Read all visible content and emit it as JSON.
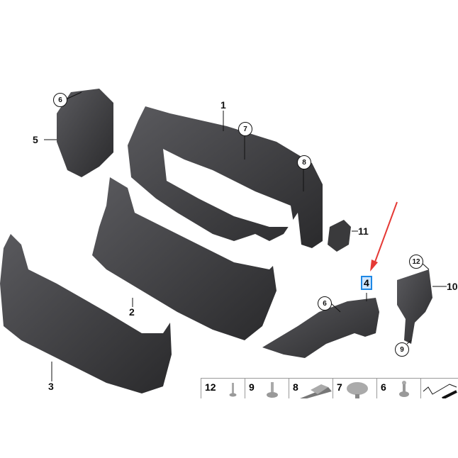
{
  "diagram": {
    "callouts": {
      "p1": "1",
      "p2": "2",
      "p3": "3",
      "p4": "4",
      "p5": "5",
      "p6a": "6",
      "p6b": "6",
      "p7": "7",
      "p8": "8",
      "p9": "9",
      "p10": "10",
      "p11": "11",
      "p12": "12"
    },
    "highlighted_part": "4",
    "highlight_color": "#1e88e5",
    "arrow_color": "#e53935",
    "part_color": "#3a3a3c"
  },
  "legend": {
    "items": [
      {
        "number": "12",
        "icon": "pin-icon"
      },
      {
        "number": "9",
        "icon": "screw-icon"
      },
      {
        "number": "8",
        "icon": "clip-icon"
      },
      {
        "number": "7",
        "icon": "expanding-rivet-icon"
      },
      {
        "number": "6",
        "icon": "bolt-icon"
      },
      {
        "number": "",
        "icon": "line-drawing-icon"
      }
    ]
  }
}
